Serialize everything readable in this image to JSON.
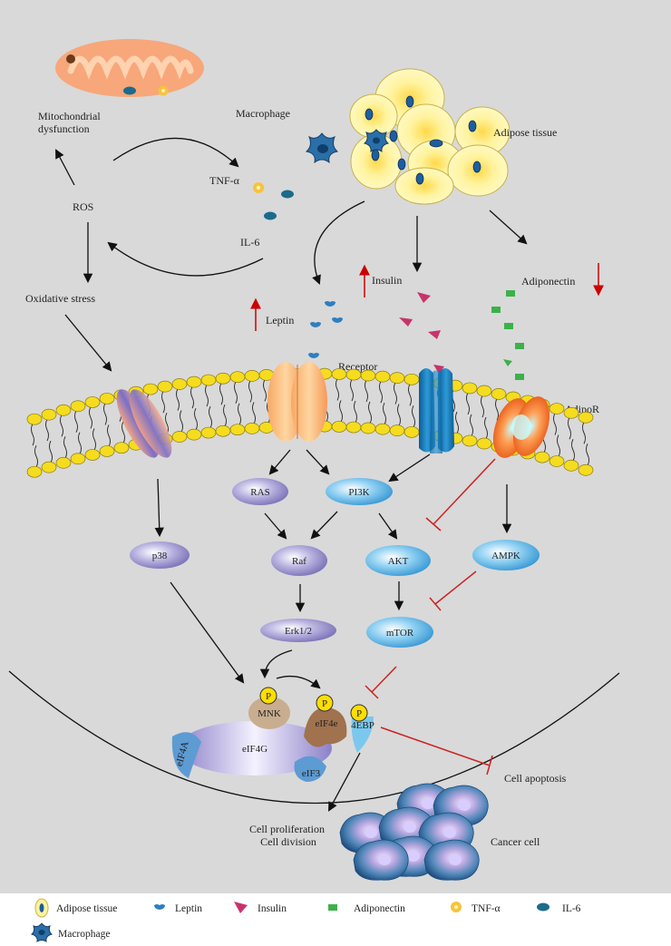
{
  "labels": {
    "mito_dysfunction": [
      "Mitochondrial",
      "dysfunction"
    ],
    "ros": "ROS",
    "oxidative_stress": "Oxidative stress",
    "macrophage": "Macrophage",
    "tnf": "TNF-α",
    "il6": "IL-6",
    "adipose_tissue": "Adipose tissue",
    "insulin": "Insulin",
    "leptin": "Leptin",
    "adiponectin": "Adiponectin",
    "receptor": "Receptor",
    "adipor": "AdipoR",
    "cell_proliferation": [
      "Cell proliferation",
      "Cell division"
    ],
    "cancer_cell": "Cancer cell",
    "cell_apoptosis": "Cell apoptosis"
  },
  "nodes": {
    "ras": "RAS",
    "pi3k": "PI3K",
    "p38": "p38",
    "raf": "Raf",
    "akt": "AKT",
    "ampk": "AMPK",
    "mtor": "mTOR",
    "erk": "Erk1/2",
    "mnk": "MNK",
    "eif4e": "eIF4e",
    "eif4g": "eIF4G",
    "eif4a": "eIF4A",
    "eif3": "eIF3",
    "4ebp": "4EBP",
    "phospho": "P"
  },
  "legend": [
    {
      "icon": "adipose-cell-icon",
      "label": "Adipose tissue"
    },
    {
      "icon": "leptin-icon",
      "label": "Leptin"
    },
    {
      "icon": "insulin-icon",
      "label": "Insulin"
    },
    {
      "icon": "adiponectin-icon",
      "label": "Adiponectin"
    },
    {
      "icon": "tnf-icon",
      "label": "TNF-α"
    },
    {
      "icon": "il6-icon",
      "label": "IL-6"
    },
    {
      "icon": "macrophage-icon",
      "label": "Macrophage"
    }
  ],
  "colors": {
    "background": "#d9d9d9",
    "legend_background": "#ffffff",
    "up_arrow": "#cc0000",
    "inhibition": "#cc2222",
    "lipid_head": "#f5dc1e",
    "leptin": "#2e7fc0",
    "insulin": "#c8336a",
    "adiponectin": "#3cb14a",
    "tnf": "#f7c33a",
    "il6": "#1b6b8c",
    "purple_node": "#8f88c7",
    "blue_node": "#3ea7dc"
  }
}
